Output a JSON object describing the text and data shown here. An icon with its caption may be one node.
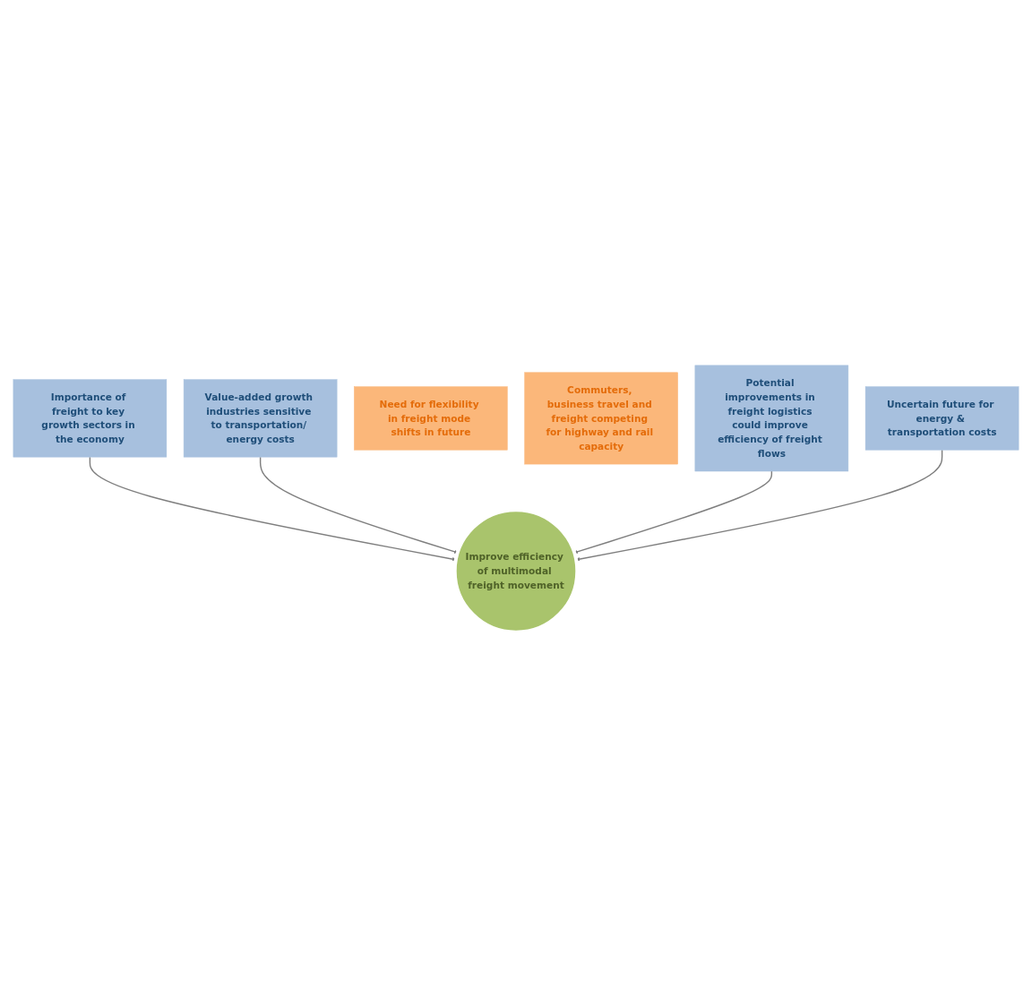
{
  "diagram": {
    "nodes": [
      {
        "text": [
          "Importance of freight to key growth sectors in the economy"
        ]
      },
      {
        "text": [
          "Value-added growth industries sensitive to transportation/ energy costs"
        ]
      },
      {
        "text": [
          "Need for flexibility in freight mode shifts in future"
        ]
      },
      {
        "text": [
          "Improve efficiency of multimodal freight movement"
        ]
      },
      {
        "text": [
          "Commuters, business travel and freight competing for highway and rail capacity"
        ]
      },
      {
        "text": [
          "Potential improvements in freight logistics could improve efficiency of freight flows"
        ]
      },
      {
        "text": [
          "Uncertain future for energy & transportation costs"
        ]
      }
    ],
    "edges": [
      {
        "from": 0,
        "to": 3,
        "arrow": "to"
      },
      {
        "from": 1,
        "to": 3,
        "arrow": "to"
      },
      {
        "from": 5,
        "to": 3,
        "arrow": "to"
      },
      {
        "from": 6,
        "to": 3,
        "arrow": "to"
      }
    ]
  }
}
